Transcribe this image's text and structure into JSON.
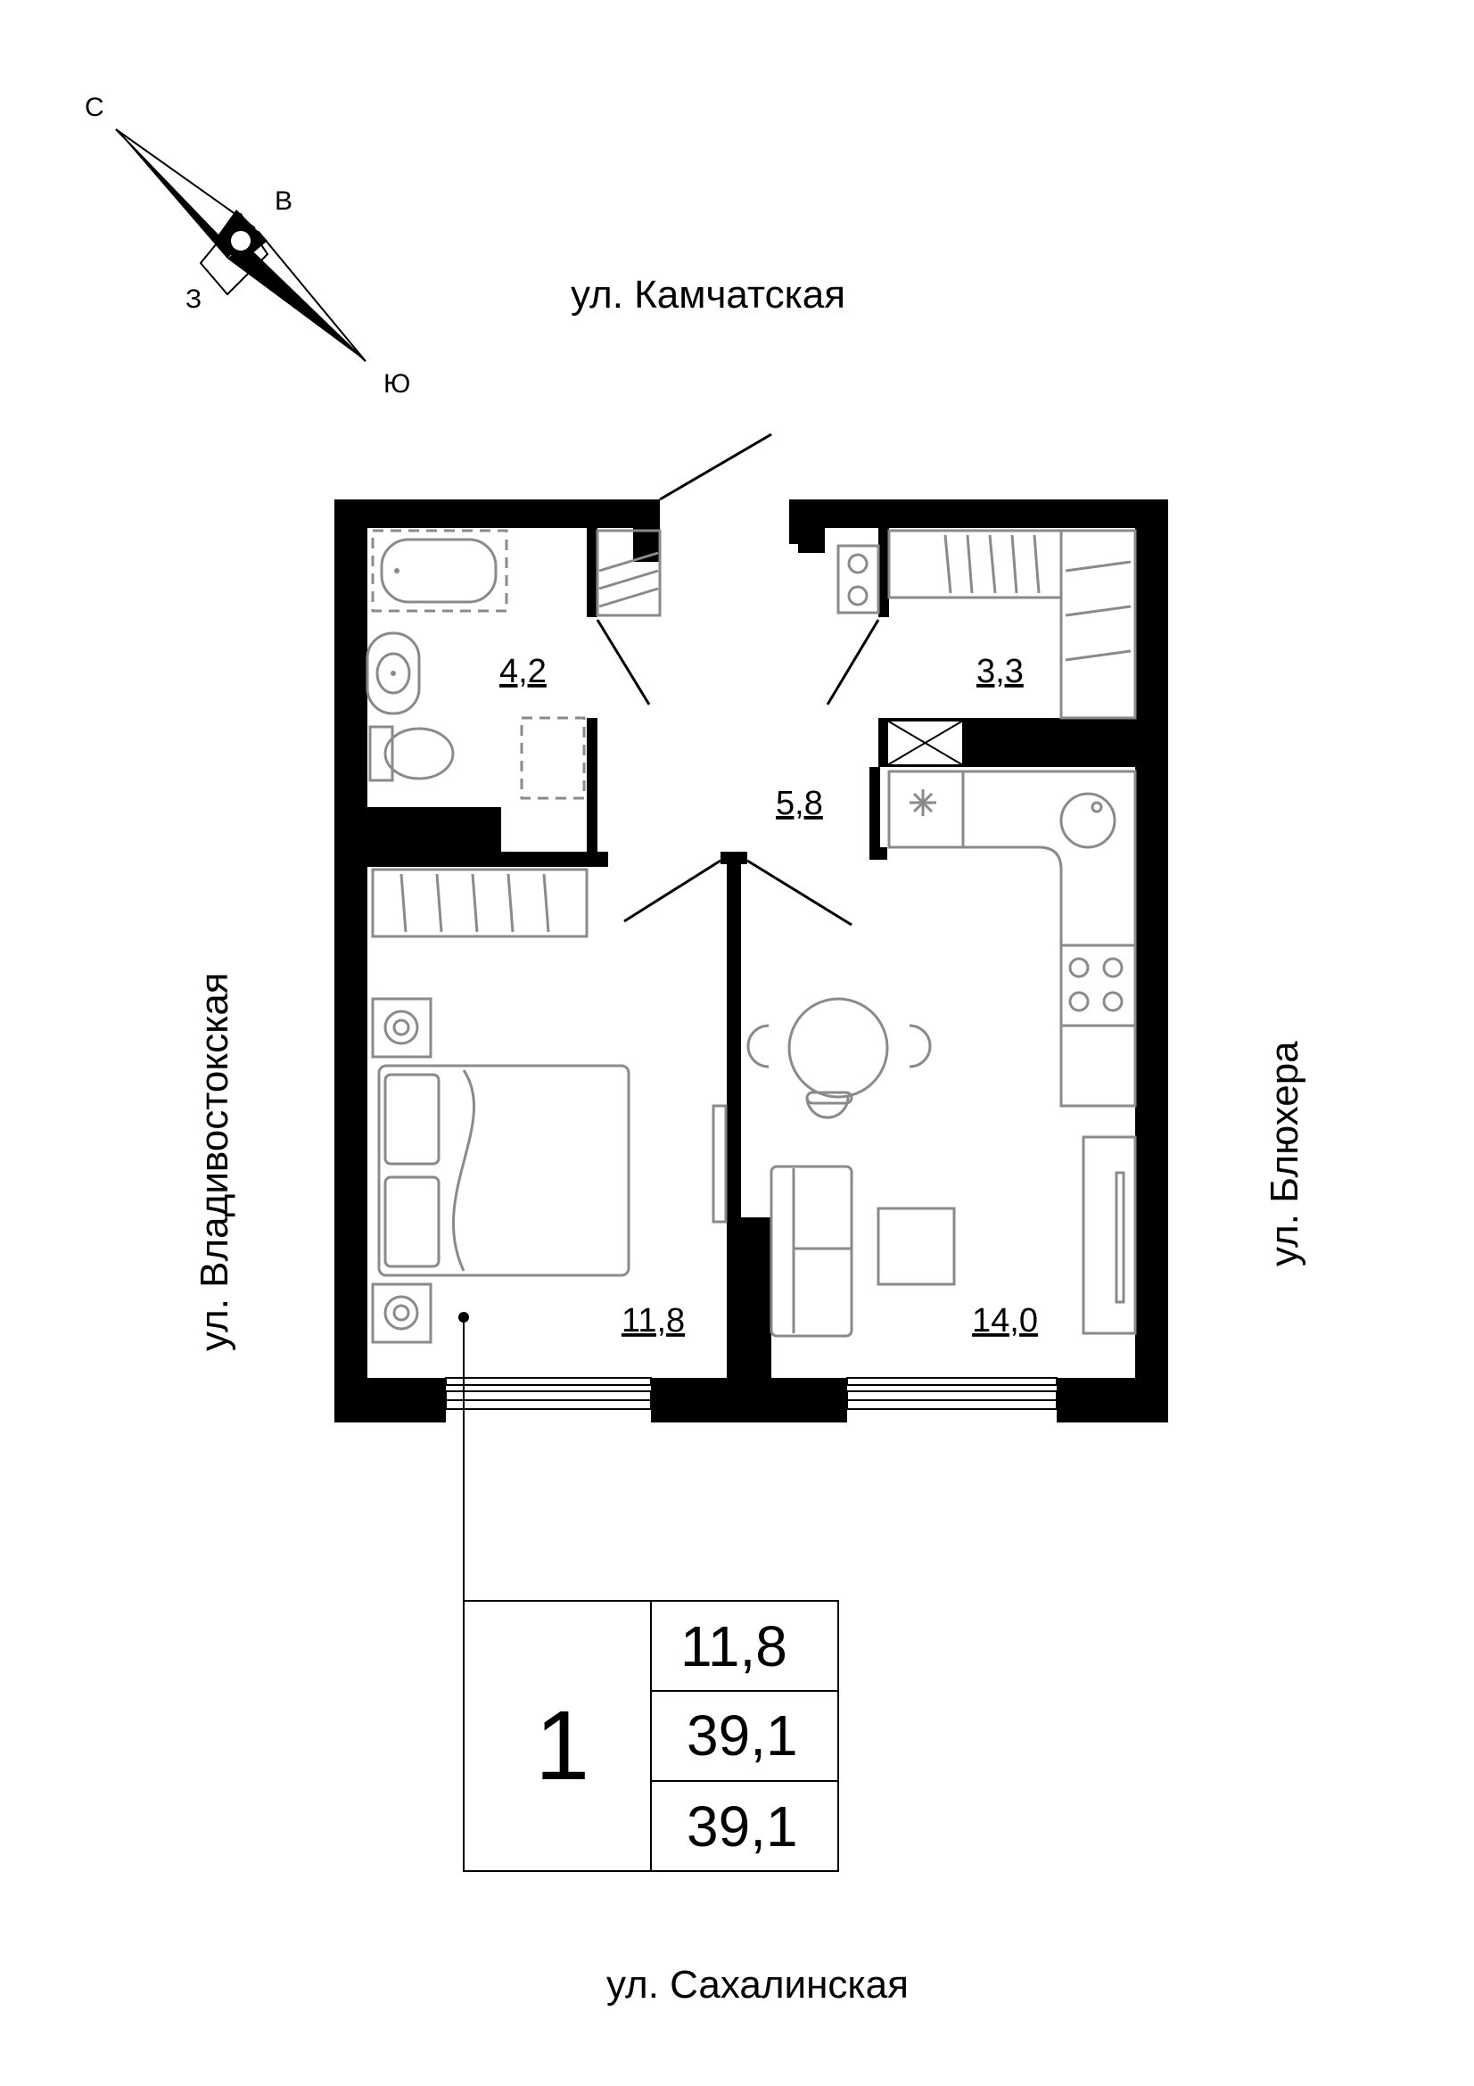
{
  "compass": {
    "north": "С",
    "east": "В",
    "south": "Ю",
    "west": "З"
  },
  "streets": {
    "top": "ул. Камчатская",
    "bottom": "ул. Сахалинская",
    "left": "ул. Владивостокская",
    "right": "ул. Блюхера"
  },
  "rooms": {
    "bathroom": "4,2",
    "storage": "3,3",
    "hall": "5,8",
    "bedroom": "11,8",
    "kitchen_living": "14,0"
  },
  "summary": {
    "room_count": "1",
    "living_area": "11,8",
    "total_area": "39,1",
    "total_area_with_balcony": "39,1"
  }
}
